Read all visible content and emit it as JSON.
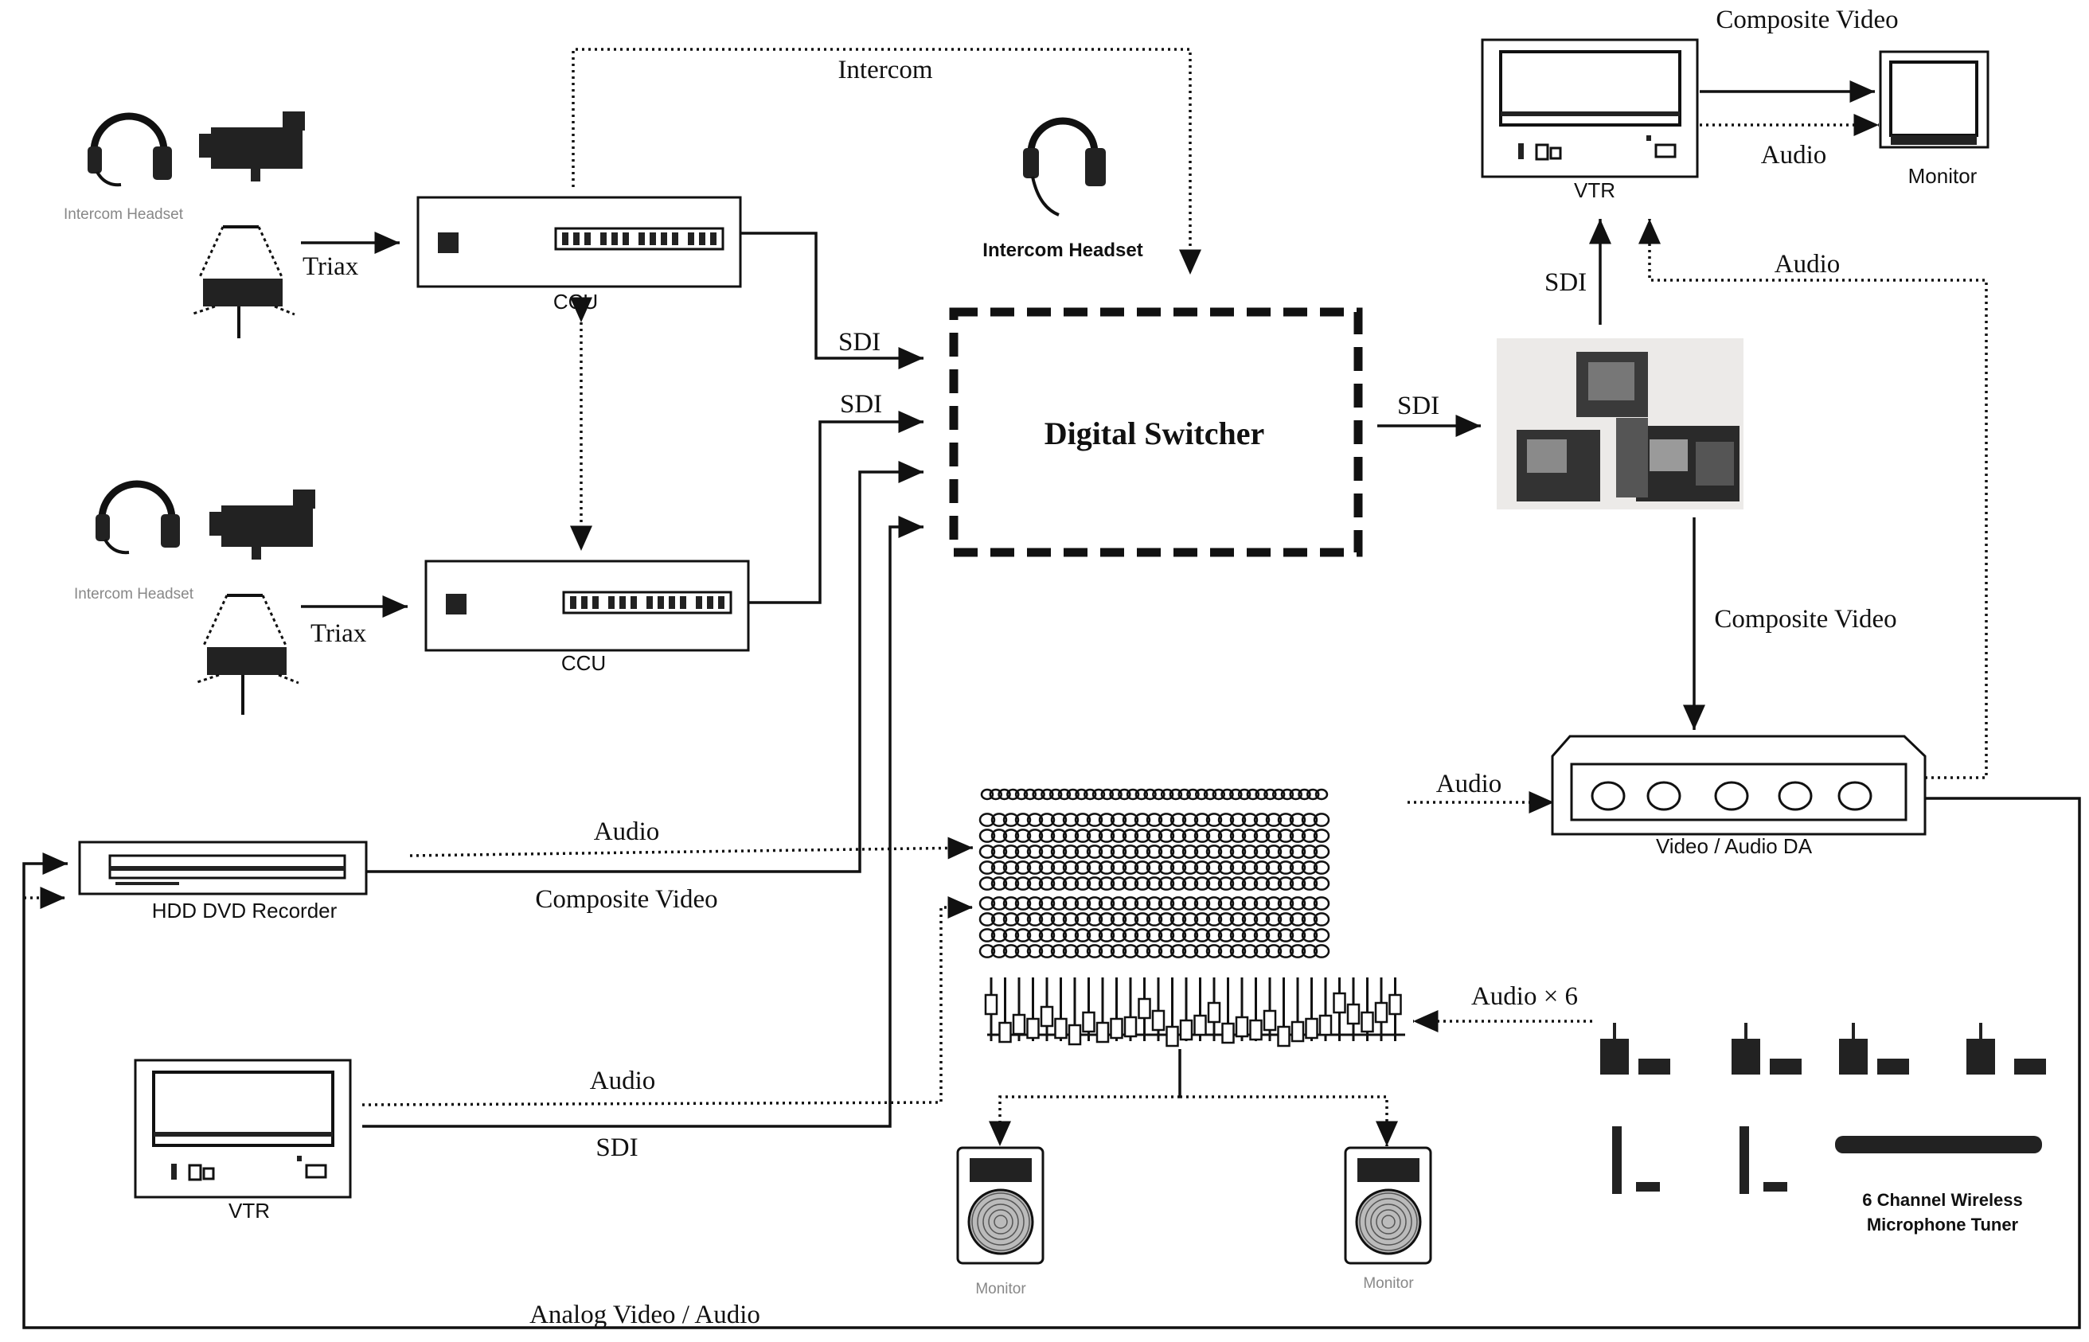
{
  "labels": {
    "intercom": "Intercom",
    "triax_1": "Triax",
    "triax_2": "Triax",
    "ccu_1": "CCU",
    "ccu_2": "CCU",
    "sdi_1": "SDI",
    "sdi_2": "SDI",
    "sdi_out": "SDI",
    "sdi_up": "SDI",
    "sdi_vtr": "SDI",
    "digital_switcher": "Digital Switcher",
    "intercom_headset_center": "Intercom Headset",
    "intercom_headset_1": "Intercom Headset",
    "intercom_headset_2": "Intercom Headset",
    "composite_video_top": "Composite Video",
    "audio_top": "Audio",
    "audio_right": "Audio",
    "vtr_top": "VTR",
    "monitor_top": "Monitor",
    "composite_video_right": "Composite Video",
    "audio_da": "Audio",
    "video_audio_da": "Video / Audio  DA",
    "audio_hdd": "Audio",
    "composite_video_hdd": "Composite Video",
    "hdd_dvd_recorder": "HDD DVD Recorder",
    "audio_vtr": "Audio",
    "vtr_bottom": "VTR",
    "audio_x6": "Audio × 6",
    "monitor_speaker_1": "Monitor",
    "monitor_speaker_2": "Monitor",
    "wireless_tuner_line1": "6 Channel Wireless",
    "wireless_tuner_line2": "Microphone Tuner",
    "analog_video_audio": "Analog  Video / Audio"
  }
}
